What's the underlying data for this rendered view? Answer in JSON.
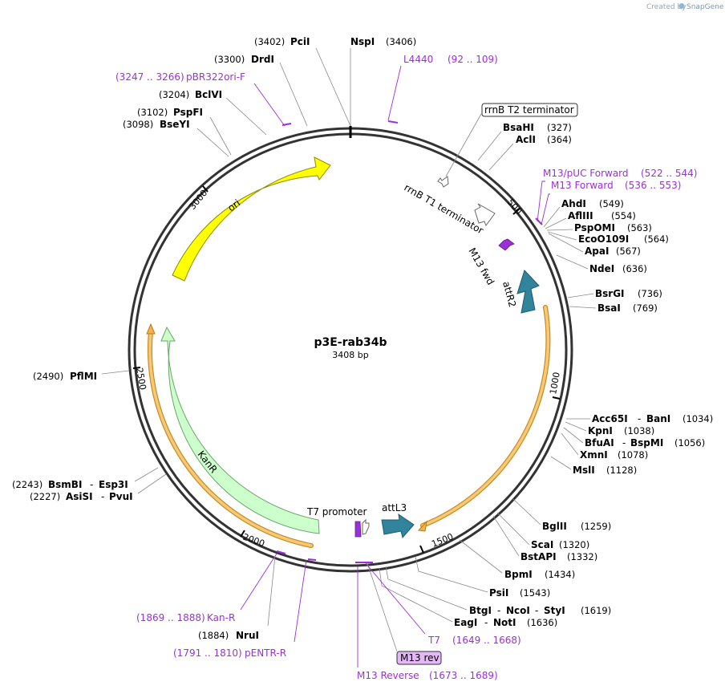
{
  "watermark": "Created by",
  "brand": "SnapGene",
  "plasmid": {
    "name": "p3E-rab34b",
    "size_label": "3408 bp"
  },
  "ticks": [
    "500",
    "1000",
    "1500",
    "2000",
    "2500",
    "3000"
  ],
  "features": {
    "ori": "ori",
    "kanr": "KanR",
    "attr2": "attR2",
    "attl3": "attL3",
    "m13fwd": "M13 fwd",
    "rrnb_t1": "rrnB T1 terminator",
    "rrnb_t2": "rrnB T2 terminator",
    "t7_promoter": "T7 promoter",
    "m13_rev": "M13 rev"
  },
  "sites": {
    "pcii": {
      "pos": "(3402)",
      "name": "PciI"
    },
    "nspi": {
      "name": "NspI",
      "pos": "(3406)"
    },
    "drdi": {
      "pos": "(3300)",
      "name": "DrdI"
    },
    "bclvi": {
      "pos": "(3204)",
      "name": "BclVI"
    },
    "pspfi": {
      "pos": "(3102)",
      "name": "PspFI"
    },
    "bseyi": {
      "pos": "(3098)",
      "name": "BseYI"
    },
    "bsahi": {
      "name": "BsaHI",
      "pos": "(327)"
    },
    "acli": {
      "name": "AclI",
      "pos": "(364)"
    },
    "ahdi": {
      "name": "AhdI",
      "pos": "(549)"
    },
    "aflii": {
      "name": "AflIII",
      "pos": "(554)"
    },
    "pspomi": {
      "name": "PspOMI",
      "pos": "(563)"
    },
    "ecoo109i": {
      "name": "EcoO109I",
      "pos": "(564)"
    },
    "apai": {
      "name": "ApaI",
      "pos": "(567)"
    },
    "ndei": {
      "name": "NdeI",
      "pos": "(636)"
    },
    "bsrgi": {
      "name": "BsrGI",
      "pos": "(736)"
    },
    "bsai": {
      "name": "BsaI",
      "pos": "(769)"
    },
    "acc65i": {
      "name": "Acc65I",
      "sep": "-",
      "name2": "BanI",
      "pos": "(1034)"
    },
    "kpni": {
      "name": "KpnI",
      "pos": "(1038)"
    },
    "bfuai": {
      "name": "BfuAI",
      "sep": "-",
      "name2": "BspMI",
      "pos": "(1056)"
    },
    "xmni": {
      "name": "XmnI",
      "pos": "(1078)"
    },
    "msli": {
      "name": "MslI",
      "pos": "(1128)"
    },
    "bglii": {
      "name": "BglII",
      "pos": "(1259)"
    },
    "scai": {
      "name": "ScaI",
      "pos": "(1320)"
    },
    "bstapi": {
      "name": "BstAPI",
      "pos": "(1332)"
    },
    "bpmi": {
      "name": "BpmI",
      "pos": "(1434)"
    },
    "psii": {
      "name": "PsiI",
      "pos": "(1543)"
    },
    "btgi": {
      "name": "BtgI",
      "sep": "-",
      "name2": "NcoI",
      "sep2": "-",
      "name3": "StyI",
      "pos": "(1619)"
    },
    "eagi": {
      "name": "EagI",
      "sep": "-",
      "name2": "NotI",
      "pos": "(1636)"
    },
    "nrui": {
      "pos": "(1884)",
      "name": "NruI"
    },
    "pflmi": {
      "pos": "(2490)",
      "name": "PflMI"
    },
    "bsmbi": {
      "pos": "(2243)",
      "name": "BsmBI",
      "sep": "-",
      "name2": "Esp3I"
    },
    "asisi": {
      "pos": "(2227)",
      "name": "AsiSI",
      "sep": "-",
      "name2": "PvuI"
    }
  },
  "primers": {
    "l4440": {
      "name": "L4440",
      "pos": "(92 .. 109)"
    },
    "pbr322": {
      "pos": "(3247 .. 3266)",
      "name": "pBR322ori-F"
    },
    "m13puc": {
      "name": "M13/pUC Forward",
      "pos": "(522 .. 544)"
    },
    "m13fwd": {
      "name": "M13 Forward",
      "pos": "(536 .. 553)"
    },
    "t7": {
      "name": "T7",
      "pos": "(1649 .. 1668)"
    },
    "m13rev": {
      "name": "M13 Reverse",
      "pos": "(1673 .. 1689)"
    },
    "kanr": {
      "pos": "(1869 .. 1888)",
      "name": "Kan-R"
    },
    "pentr": {
      "pos": "(1791 .. 1810)",
      "name": "pENTR-R"
    }
  },
  "colors": {
    "ori": "#ffff00",
    "kanr": "#ccffcc",
    "att": "#31849b",
    "m13": "#9b30d9",
    "orange": "#f5b24a",
    "primer": "#9b30d9",
    "lead": "#8a8a8a"
  }
}
